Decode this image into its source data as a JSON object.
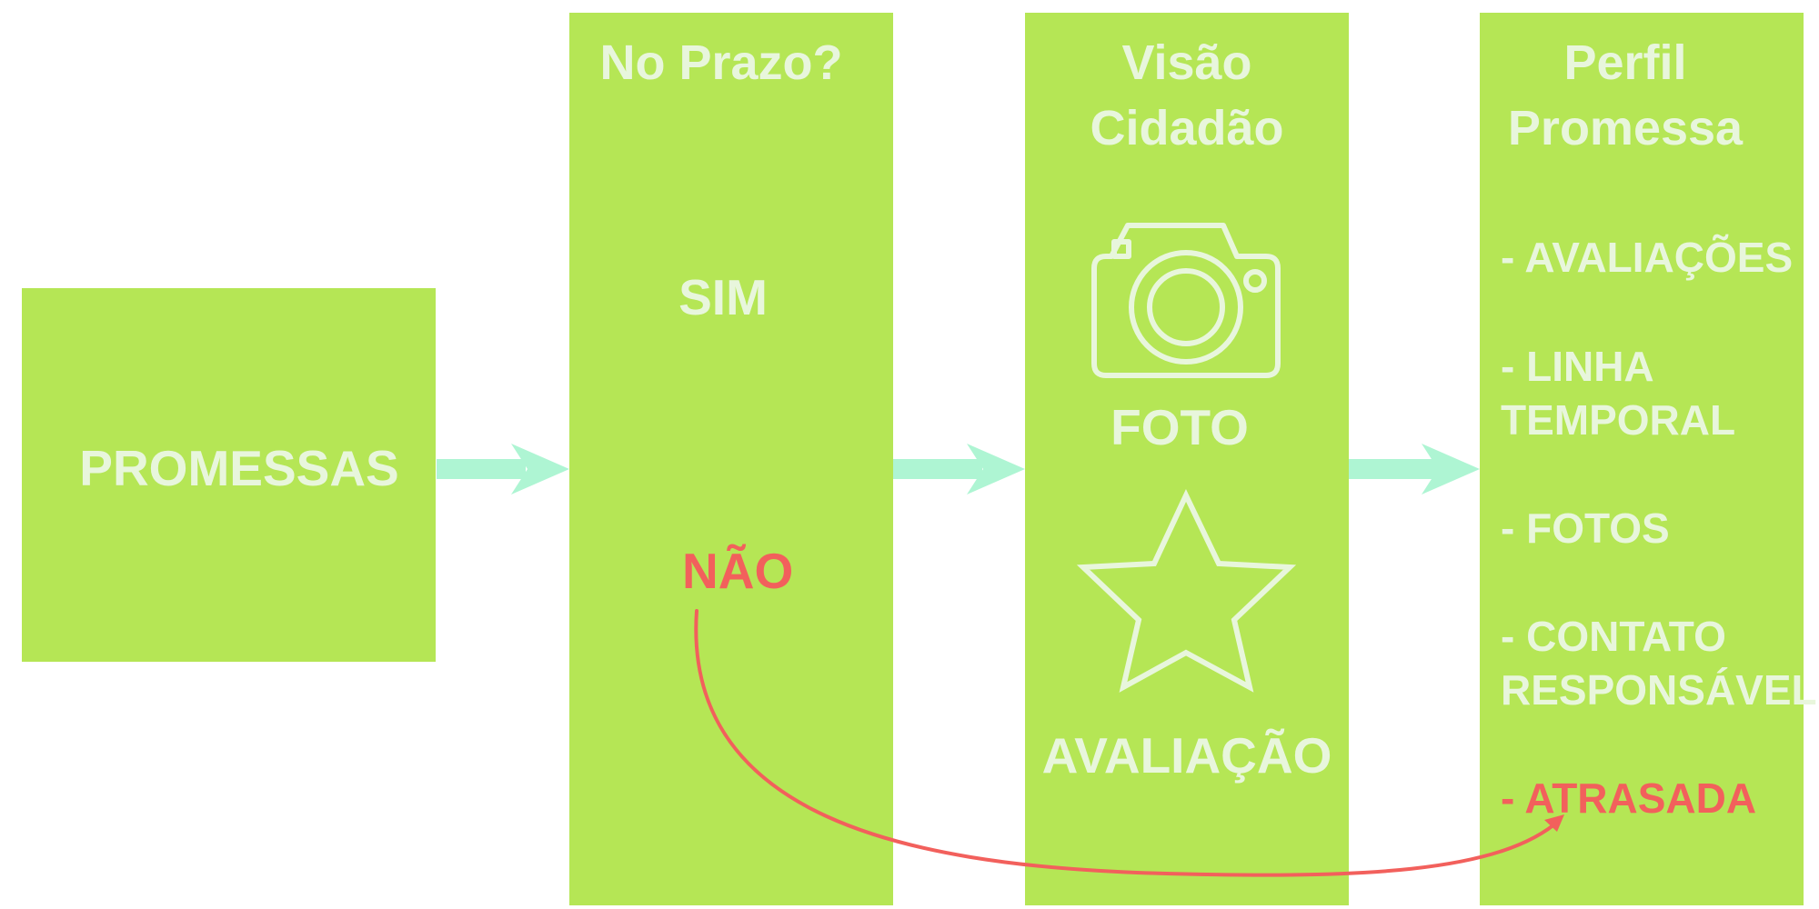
{
  "colors": {
    "box": "#b5e655",
    "text": "#e8f6dc",
    "arrow": "#aef5d3",
    "highlight": "#f2605c"
  },
  "promessas": {
    "label": "PROMESSAS"
  },
  "prazo": {
    "title": "No Prazo?",
    "yes": "SIM",
    "no": "NÃO"
  },
  "visao": {
    "title_line1": "Visão",
    "title_line2": "Cidadão",
    "photo_icon": "camera-icon",
    "photo_label": "FOTO",
    "rating_icon": "star-icon",
    "rating_label": "AVALIAÇÃO"
  },
  "perfil": {
    "title_line1": "Perfil",
    "title_line2": "Promessa",
    "items": [
      {
        "lines": [
          "- AVALIAÇÕES"
        ]
      },
      {
        "lines": [
          "- LINHA",
          "TEMPORAL"
        ]
      },
      {
        "lines": [
          "- FOTOS"
        ]
      },
      {
        "lines": [
          "- CONTATO",
          "RESPONSÁVEL"
        ]
      },
      {
        "lines": [
          "- ATRASADA"
        ]
      }
    ]
  }
}
